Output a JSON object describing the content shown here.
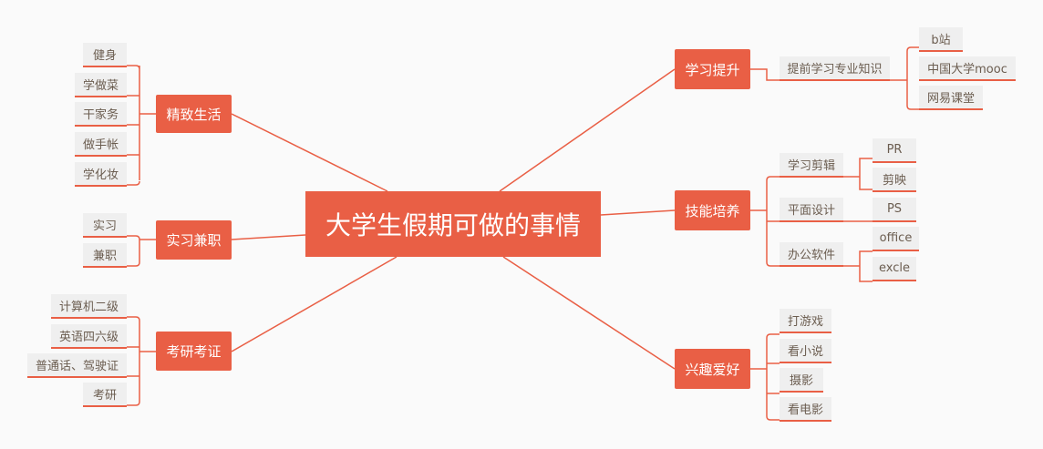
{
  "colors": {
    "accent": "#e95f45",
    "leaf_bg": "#efefef",
    "leaf_text": "#6b5d50",
    "background": "#fafafa"
  },
  "root": {
    "label": "大学生假期可做的事情"
  },
  "branches": {
    "jingzhi": {
      "label": "精致生活",
      "children": [
        "健身",
        "学做菜",
        "干家务",
        "做手帐",
        "学化妆"
      ]
    },
    "shixi": {
      "label": "实习兼职",
      "children": [
        "实习",
        "兼职"
      ]
    },
    "kaoyan": {
      "label": "考研考证",
      "children": [
        "计算机二级",
        "英语四六级",
        "普通话、驾驶证",
        "考研"
      ]
    },
    "xuexi": {
      "label": "学习提升",
      "children": [
        {
          "label": "提前学习专业知识",
          "children": [
            "b站",
            "中国大学mooc",
            "网易课堂"
          ]
        }
      ]
    },
    "jineng": {
      "label": "技能培养",
      "children": [
        {
          "label": "学习剪辑",
          "children": [
            "PR",
            "剪映"
          ]
        },
        {
          "label": "平面设计",
          "children": [
            "PS"
          ]
        },
        {
          "label": "办公软件",
          "children": [
            "office",
            "excle"
          ]
        }
      ]
    },
    "xingqu": {
      "label": "兴趣爱好",
      "children": [
        "打游戏",
        "看小说",
        "摄影",
        "看电影"
      ]
    }
  }
}
